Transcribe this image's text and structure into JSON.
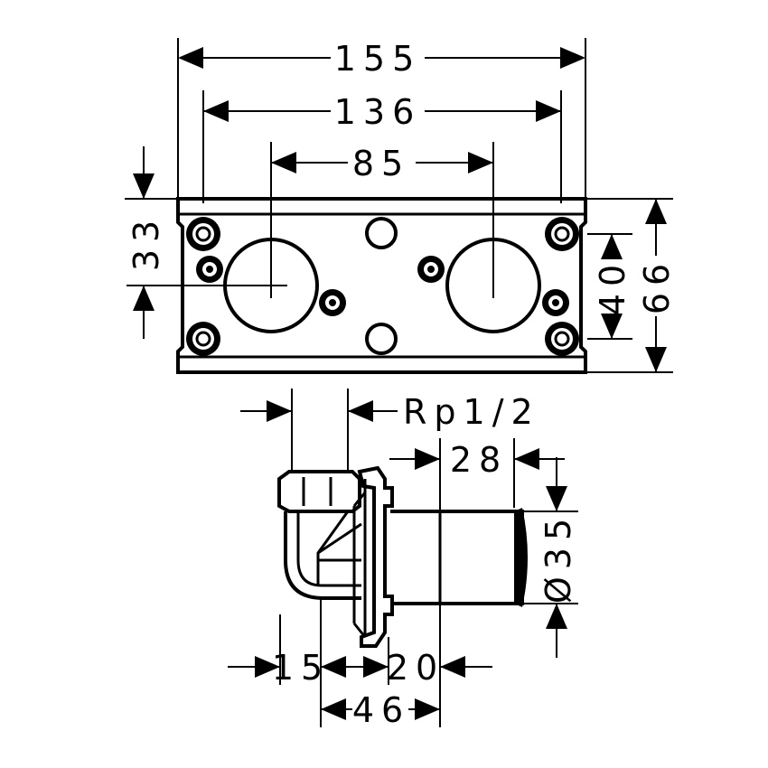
{
  "colors": {
    "ink": "#000000",
    "paper": "#ffffff"
  },
  "dimensions": {
    "overall_width": "155",
    "inner_width": "136",
    "center_spacing": "85",
    "top_offset": "33",
    "height_overall": "66",
    "height_inner": "40",
    "thread": "Rp1/2",
    "depth_28": "28",
    "diameter": "Ø35",
    "side_15": "15",
    "side_20": "20",
    "side_46": "46"
  }
}
